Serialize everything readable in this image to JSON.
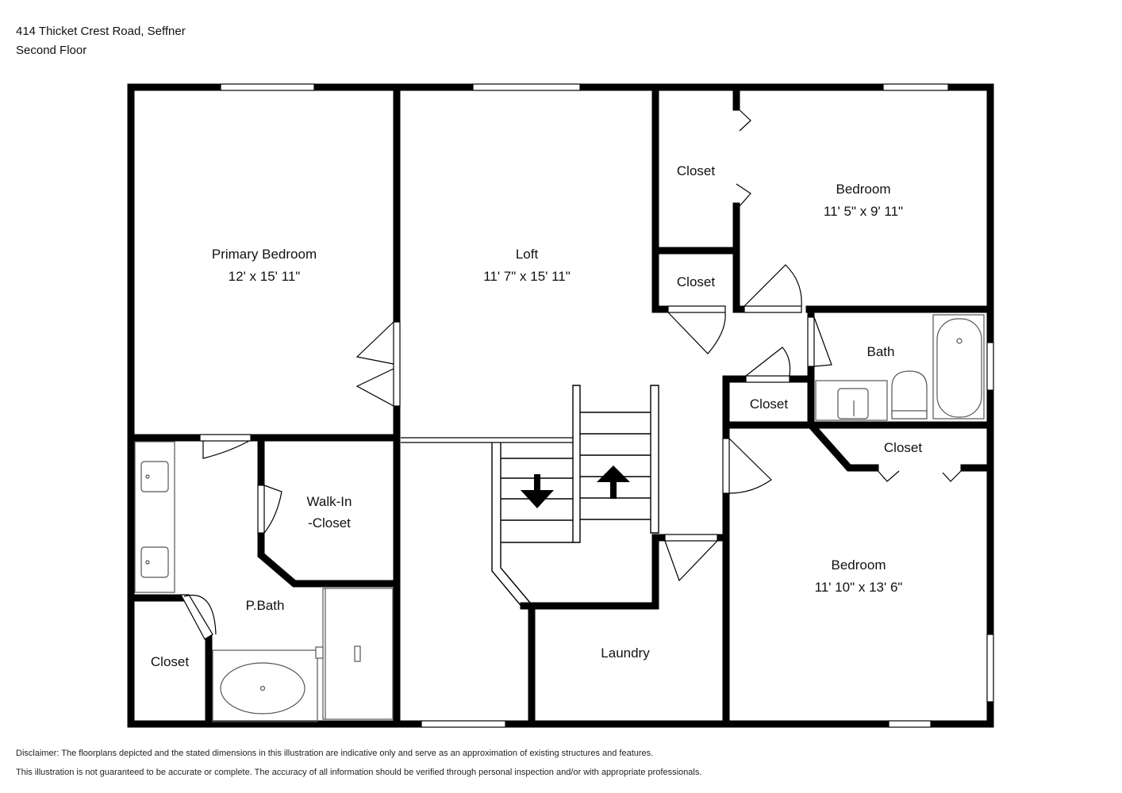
{
  "header": {
    "address": "414 Thicket Crest Road, Seffner",
    "floor": "Second Floor"
  },
  "rooms": {
    "primary_bedroom": {
      "name": "Primary Bedroom",
      "dims": "12' x 15' 11\""
    },
    "loft": {
      "name": "Loft",
      "dims": "11' 7\" x 15' 11\""
    },
    "bedroom_ne": {
      "name": "Bedroom",
      "dims": "11' 5\" x 9' 11\""
    },
    "bedroom_se": {
      "name": "Bedroom",
      "dims": "11' 10\" x 13' 6\""
    },
    "closet_ne_top": {
      "name": "Closet"
    },
    "closet_ne_mid": {
      "name": "Closet"
    },
    "closet_hall": {
      "name": "Closet"
    },
    "closet_se": {
      "name": "Closet"
    },
    "closet_sw": {
      "name": "Closet"
    },
    "bath": {
      "name": "Bath"
    },
    "walk_in": {
      "line1": "Walk-In",
      "line2": "-Closet"
    },
    "p_bath": {
      "name": "P.Bath"
    },
    "laundry": {
      "name": "Laundry"
    }
  },
  "disclaimer": {
    "line1": "Disclaimer: The floorplans depicted and the stated dimensions in this illustration are indicative only and serve as an approximation of existing structures and features.",
    "line2": "This illustration is not guaranteed to be accurate or complete. The accuracy of all information should be verified through personal inspection and/or with appropriate professionals."
  },
  "colors": {
    "wall": "#000000",
    "background": "#ffffff",
    "fixture": "#555555"
  }
}
